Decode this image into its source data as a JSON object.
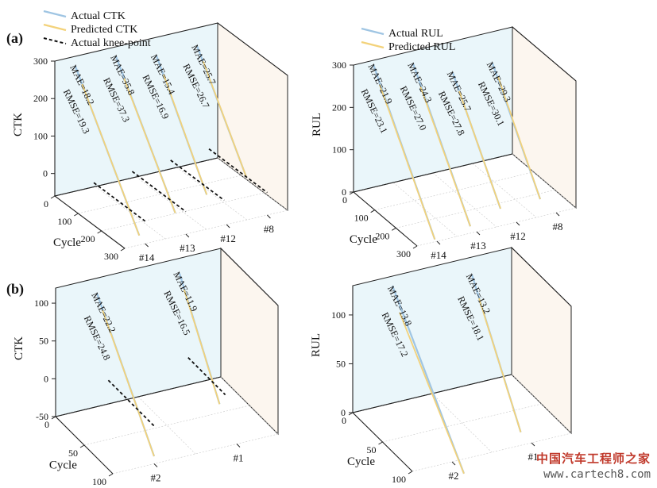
{
  "panels": {
    "a": "(a)",
    "b": "(b)"
  },
  "watermark": {
    "cn": "中国汽车工程师之家",
    "url": "www.cartech8.com"
  },
  "colors": {
    "actual": "#9fc5e3",
    "predicted": "#f3d27a",
    "knee": "#111111",
    "wall_left": "#eaf6fa",
    "wall_right": "#fcf6ef",
    "frame": "#222222",
    "grid": "#c8c8c8"
  },
  "chart_data": [
    {
      "id": "a-ctk",
      "type": "line",
      "panel": "(a)",
      "ylabel": "CTK",
      "xlabel": "Cycle",
      "ylim": [
        -60,
        300
      ],
      "xlim": [
        0,
        300
      ],
      "yticks": [
        0,
        100,
        200,
        300
      ],
      "xticks": [
        0,
        100,
        200,
        300
      ],
      "batteries": [
        "#14",
        "#13",
        "#12",
        "#8"
      ],
      "legend": [
        "Actual CTK",
        "Predicted CTK",
        "Actual knee-point"
      ],
      "series": [
        {
          "battery": "#14",
          "actual": {
            "x": [
              0,
              275
            ],
            "y": [
              275,
              -50
            ]
          },
          "predicted": {
            "x": [
              30,
              275
            ],
            "y": [
              240,
              -50
            ]
          },
          "knee_y": 0,
          "knee_x": [
            80,
            300
          ],
          "mae": "MAE=18.2",
          "rmse": "RMSE=19.3"
        },
        {
          "battery": "#13",
          "actual": {
            "x": [
              0,
              255
            ],
            "y": [
              275,
              -25
            ]
          },
          "predicted": {
            "x": [
              35,
              255
            ],
            "y": [
              232,
              -25
            ]
          },
          "knee_y": 0,
          "knee_x": [
            70,
            300
          ],
          "mae": "MAE=35.8",
          "rmse": "RMSE=37.3"
        },
        {
          "battery": "#12",
          "actual": {
            "x": [
              0,
              215
            ],
            "y": [
              250,
              -20
            ]
          },
          "predicted": {
            "x": [
              30,
              215
            ],
            "y": [
              215,
              -20
            ]
          },
          "knee_y": 0,
          "knee_x": [
            60,
            290
          ],
          "mae": "MAE=15.4",
          "rmse": "RMSE=16.9"
        },
        {
          "battery": "#8",
          "actual": {
            "x": [
              0,
              210
            ],
            "y": [
              250,
              0
            ]
          },
          "predicted": {
            "x": [
              25,
              210
            ],
            "y": [
              222,
              0
            ]
          },
          "knee_y": 0,
          "knee_x": [
            50,
            300
          ],
          "mae": "MAE=25.7",
          "rmse": "RMSE=26.7"
        }
      ]
    },
    {
      "id": "a-rul",
      "type": "line",
      "panel": "(a)",
      "ylabel": "RUL",
      "xlabel": "Cycle",
      "ylim": [
        0,
        300
      ],
      "xlim": [
        0,
        300
      ],
      "yticks": [
        0,
        100,
        200,
        300
      ],
      "xticks": [
        0,
        100,
        200,
        300
      ],
      "batteries": [
        "#14",
        "#13",
        "#12",
        "#8"
      ],
      "legend": [
        "Actual RUL",
        "Predicted RUL"
      ],
      "series": [
        {
          "battery": "#14",
          "actual": {
            "x": [
              0,
              290
            ],
            "y": [
              290,
              0
            ]
          },
          "predicted": {
            "x": [
              30,
              290
            ],
            "y": [
              255,
              0
            ]
          },
          "mae": "MAE=21.9",
          "rmse": "RMSE=23.1"
        },
        {
          "battery": "#13",
          "actual": {
            "x": [
              0,
              270
            ],
            "y": [
              270,
              0
            ]
          },
          "predicted": {
            "x": [
              35,
              270
            ],
            "y": [
              230,
              0
            ]
          },
          "mae": "MAE=24.3",
          "rmse": "RMSE=27.0"
        },
        {
          "battery": "#12",
          "actual": {
            "x": [
              0,
              225
            ],
            "y": [
              225,
              0
            ]
          },
          "predicted": {
            "x": [
              30,
              225
            ],
            "y": [
              195,
              0
            ]
          },
          "mae": "MAE=25.7",
          "rmse": "RMSE=27.8"
        },
        {
          "battery": "#8",
          "actual": {
            "x": [
              0,
              225
            ],
            "y": [
              225,
              0
            ]
          },
          "predicted": {
            "x": [
              25,
              225
            ],
            "y": [
              205,
              0
            ]
          },
          "mae": "MAE=29.3",
          "rmse": "RMSE=30.1"
        }
      ]
    },
    {
      "id": "b-ctk",
      "type": "line",
      "panel": "(b)",
      "ylabel": "CTK",
      "xlabel": "Cycle",
      "ylim": [
        -50,
        120
      ],
      "xlim": [
        0,
        100
      ],
      "yticks": [
        -50,
        0,
        50,
        100
      ],
      "xticks": [
        0,
        50,
        100
      ],
      "batteries": [
        "#2",
        "#1"
      ],
      "series": [
        {
          "battery": "#2",
          "actual": {
            "x": [
              0,
              100
            ],
            "y": [
              100,
              -40
            ]
          },
          "predicted": {
            "x": [
              10,
              100
            ],
            "y": [
              85,
              -40
            ]
          },
          "knee_y": 0,
          "knee_x": [
            20,
            100
          ],
          "mae": "MAE=22.2",
          "rmse": "RMSE=24.8"
        },
        {
          "battery": "#1",
          "actual": {
            "x": [
              0,
              70
            ],
            "y": [
              100,
              -20
            ]
          },
          "predicted": {
            "x": [
              8,
              70
            ],
            "y": [
              85,
              -20
            ]
          },
          "knee_y": 0,
          "knee_x": [
            15,
            80
          ],
          "mae": "MAE=11.9",
          "rmse": "RMSE=16.5"
        }
      ]
    },
    {
      "id": "b-rul",
      "type": "line",
      "panel": "(b)",
      "ylabel": "RUL",
      "xlabel": "Cycle",
      "ylim": [
        0,
        130
      ],
      "xlim": [
        0,
        100
      ],
      "yticks": [
        0,
        50,
        100
      ],
      "xticks": [
        0,
        50,
        100
      ],
      "batteries": [
        "#2",
        "#1"
      ],
      "series": [
        {
          "battery": "#2",
          "actual": {
            "x": [
              0,
              120
            ],
            "y": [
              120,
              0
            ]
          },
          "predicted": {
            "x": [
              12,
              120
            ],
            "y": [
              100,
              0
            ]
          },
          "mae": "MAE=13.8",
          "rmse": "RMSE=17.2"
        },
        {
          "battery": "#1",
          "actual": {
            "x": [
              0,
              82
            ],
            "y": [
              112,
              0
            ]
          },
          "predicted": {
            "x": [
              12,
              82
            ],
            "y": [
              95,
              0
            ]
          },
          "mae": "MAE=13.2",
          "rmse": "RMSE=18.1"
        }
      ]
    }
  ]
}
